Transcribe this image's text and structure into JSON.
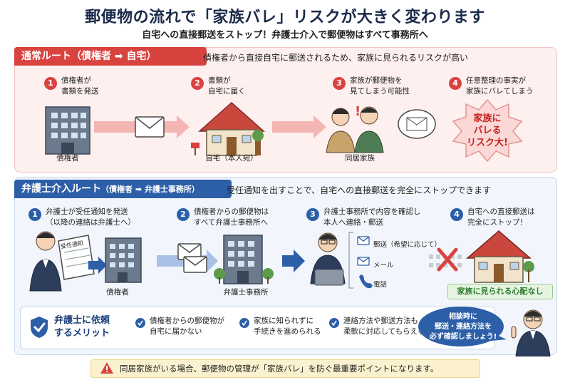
{
  "title": "郵便物の流れで「家族バレ」リスクが大きく変わります",
  "subtitle": "自宅への直接郵送をストップ！弁護士介入で郵便物はすべて事務所へ",
  "normal": {
    "tag": "通常ルート（債権者",
    "tag_end": "自宅）",
    "description": "債権者から直接自宅に郵送されるため、家族に見られるリスクが高い",
    "steps": [
      {
        "num": "1",
        "text": "債権者が\n書類を発送"
      },
      {
        "num": "2",
        "text": "書類が\n自宅に届く"
      },
      {
        "num": "3",
        "text": "家族が郵便物を\n見てしまう可能性"
      },
      {
        "num": "4",
        "text": "任意整理の事実が\n家族にバレてしまう"
      }
    ],
    "captions": {
      "creditor": "債権者",
      "home": "自宅（本人宛）",
      "family": "同居家族"
    },
    "burst": "家族に\nバレる\nリスク大!"
  },
  "lawyer": {
    "tag": "弁護士介入ルート",
    "tag_sub": "（債権者",
    "tag_sub_end": "弁護士事務所）",
    "description": "受任通知を出すことで、自宅への直接郵送を完全にストップできます",
    "steps": [
      {
        "num": "1",
        "text": "弁護士が受任通知を発送\n（以降の連絡は弁護士へ）"
      },
      {
        "num": "2",
        "text": "債権者からの郵便物は\nすべて弁護士事務所へ"
      },
      {
        "num": "3",
        "text": "弁護士事務所で内容を確認し\n本人へ連絡・郵送"
      },
      {
        "num": "4",
        "text": "自宅への直接郵送は\n完全にストップ！"
      }
    ],
    "doc_label": "受任通知",
    "captions": {
      "creditor": "債権者",
      "office": "弁護士事務所"
    },
    "contact": [
      {
        "label": "郵送（希望に応じて）",
        "icon": "mail-icon"
      },
      {
        "label": "メール",
        "icon": "email-icon"
      },
      {
        "label": "電話",
        "icon": "phone-icon"
      }
    ],
    "safe_badge": "家族に見られる心配なし"
  },
  "merits": {
    "title": "弁護士に依頼\nするメリット",
    "items": [
      "債権者からの郵便物が\n自宅に届かない",
      "家族に知られずに\n手続きを進められる",
      "連絡方法や郵送方法も\n柔軟に対応してもらえる"
    ]
  },
  "bubble": "相談時に\n郵送・連絡方法を\n必ず確認しましょう!",
  "note": "同居家族がいる場合、郵便物の管理が「家族バレ」を防ぐ最重要ポイントになります。",
  "colors": {
    "red": "#d9433f",
    "blue": "#2d5fa8",
    "navy": "#1b2a4a",
    "green": "#2f7d32"
  }
}
